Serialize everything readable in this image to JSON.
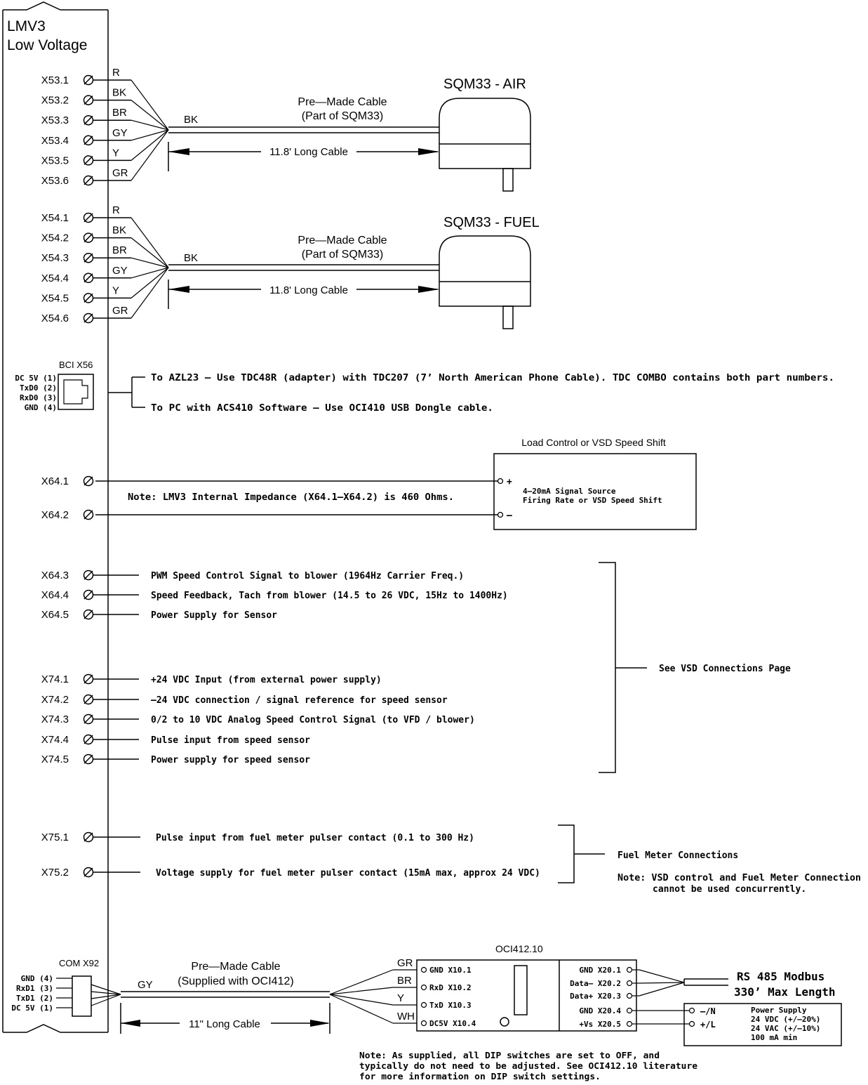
{
  "lmv3": {
    "line1": "LMV3",
    "line2": "Low Voltage"
  },
  "air": {
    "title": "SQM33 - AIR",
    "cable_line1": "Pre—Made Cable",
    "cable_line2": "(Part of SQM33)",
    "cable_color": "BK",
    "length": "11.8' Long Cable",
    "terminals": [
      {
        "label": "X53.1",
        "wire": "R"
      },
      {
        "label": "X53.2",
        "wire": "BK"
      },
      {
        "label": "X53.3",
        "wire": "BR"
      },
      {
        "label": "X53.4",
        "wire": "GY"
      },
      {
        "label": "X53.5",
        "wire": "Y"
      },
      {
        "label": "X53.6",
        "wire": "GR"
      }
    ]
  },
  "fuel": {
    "title": "SQM33 - FUEL",
    "cable_line1": "Pre—Made Cable",
    "cable_line2": "(Part of SQM33)",
    "cable_color": "BK",
    "length": "11.8' Long Cable",
    "terminals": [
      {
        "label": "X54.1",
        "wire": "R"
      },
      {
        "label": "X54.2",
        "wire": "BK"
      },
      {
        "label": "X54.3",
        "wire": "BR"
      },
      {
        "label": "X54.4",
        "wire": "GY"
      },
      {
        "label": "X54.5",
        "wire": "Y"
      },
      {
        "label": "X54.6",
        "wire": "GR"
      }
    ]
  },
  "bci": {
    "title": "BCI X56",
    "pins": [
      "DC 5V (1)",
      "TxD0 (2)",
      "RxD0 (3)",
      "GND (4)"
    ],
    "note1": "To AZL23 — Use TDC48R (adapter) with TDC207 (7’ North American Phone Cable).  TDC COMBO contains both part numbers.",
    "note2": "To PC with ACS410 Software — Use OCI410 USB Dongle cable."
  },
  "load": {
    "title": "Load Control or VSD Speed Shift",
    "line1": "4—20mA Signal Source",
    "line2": "Firing Rate or VSD Speed Shift",
    "plus": "+",
    "minus": "–",
    "note": "Note: LMV3 Internal Impedance (X64.1—X64.2) is 460 Ohms.",
    "terminals": [
      "X64.1",
      "X64.2"
    ]
  },
  "vsd": {
    "rows": [
      {
        "label": "X64.3",
        "text": "PWM Speed Control Signal to blower (1964Hz Carrier Freq.)"
      },
      {
        "label": "X64.4",
        "text": "Speed Feedback, Tach from blower (14.5 to 26 VDC, 15Hz to 1400Hz)"
      },
      {
        "label": "X64.5",
        "text": "Power Supply for Sensor"
      },
      {
        "label": "X74.1",
        "text": "+24 VDC Input (from external power supply)"
      },
      {
        "label": "X74.2",
        "text": "—24 VDC connection / signal reference for speed sensor"
      },
      {
        "label": "X74.3",
        "text": "0/2 to 10 VDC Analog Speed Control Signal (to VFD / blower)"
      },
      {
        "label": "X74.4",
        "text": "Pulse input from speed sensor"
      },
      {
        "label": "X74.5",
        "text": "Power supply for speed sensor"
      }
    ],
    "bracket_label": "See VSD Connections Page"
  },
  "fuel_meter": {
    "rows": [
      {
        "label": "X75.1",
        "text": "Pulse input from fuel meter pulser contact (0.1 to 300 Hz)"
      },
      {
        "label": "X75.2",
        "text": "Voltage supply for fuel meter pulser contact (15mA max, approx 24 VDC)"
      }
    ],
    "bracket_label": "Fuel Meter Connections",
    "note_line1": "Note: VSD control and Fuel Meter Connection",
    "note_line2": "cannot be used concurrently."
  },
  "com": {
    "title": "COM X92",
    "pins": [
      "GND (4)",
      "RxD1 (3)",
      "TxD1 (2)",
      "DC 5V (1)"
    ],
    "cable_line1": "Pre—Made Cable",
    "cable_line2": "(Supplied with OCI412)",
    "cable_color": "GY",
    "length": "11\" Long Cable"
  },
  "oci": {
    "title": "OCI412.10",
    "left_wires": [
      "GR",
      "BR",
      "Y",
      "WH"
    ],
    "left_terminals": [
      "GND X10.1",
      "RxD X10.2",
      "TxD X10.3",
      "DC5V X10.4"
    ],
    "right_terminals": [
      "GND X20.1",
      "Data— X20.2",
      "Data+ X20.3",
      "GND X20.4",
      "+Vs X20.5"
    ],
    "rs485_line1": "RS 485 Modbus",
    "rs485_line2": "330’ Max Length",
    "ps_terminals": [
      "—/N",
      "+/L"
    ],
    "ps_lines": [
      "Power Supply",
      "24 VDC (+/—20%)",
      "24 VAC (+/—10%)",
      "100 mA min"
    ],
    "note_lines": [
      "Note: As supplied, all DIP switches are set to OFF, and",
      "typically do not need to be adjusted. See OCI412.10 literature",
      "for more information on DIP switch settings."
    ]
  }
}
